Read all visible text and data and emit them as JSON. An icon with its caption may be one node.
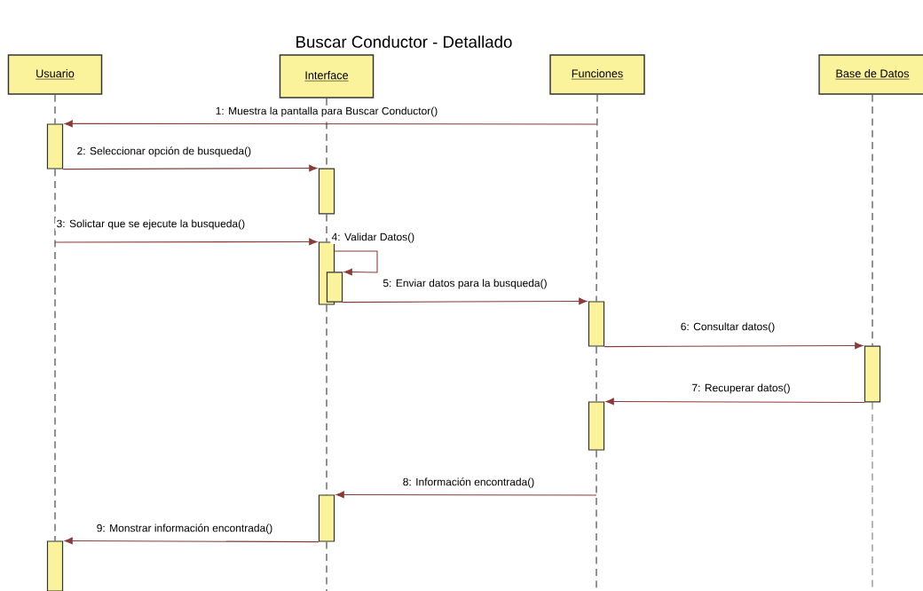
{
  "diagram": {
    "title": "Buscar Conductor - Detallado",
    "nodes": [
      {
        "text": [
          "Usuario"
        ]
      },
      {
        "text": [
          "Interface"
        ]
      },
      {
        "text": [
          "Funciones"
        ]
      },
      {
        "text": [
          "Base de Datos"
        ]
      },
      {
        "text": [],
        "shape": "bar"
      },
      {
        "text": [],
        "shape": "bar"
      },
      {
        "text": [],
        "shape": "bar"
      },
      {
        "text": [],
        "shape": "bar"
      },
      {
        "text": [],
        "shape": "bar"
      },
      {
        "text": [],
        "shape": "bar"
      },
      {
        "text": [],
        "shape": "bar"
      },
      {
        "text": [],
        "shape": "bar"
      },
      {
        "text": [],
        "shape": "bar"
      }
    ],
    "edges": [
      {
        "from": null,
        "to": 4,
        "arrow": "to",
        "label": "1: Muestra la pantalla para Buscar Conductor()"
      },
      {
        "from": 4,
        "to": 5,
        "arrow": "to",
        "label": "2: Seleccionar opción de busqueda()"
      },
      {
        "from": null,
        "to": 6,
        "arrow": "to",
        "label": "3: Solictar que se ejecute la busqueda()"
      },
      {
        "from": 6,
        "to": 7,
        "arrow": "to",
        "label": "4: Validar Datos()"
      },
      {
        "from": 7,
        "to": 8,
        "arrow": "to",
        "label": "5: Enviar datos para la busqueda()"
      },
      {
        "from": 8,
        "to": 9,
        "arrow": "to",
        "label": "6: Consultar datos()"
      },
      {
        "from": 9,
        "to": 10,
        "arrow": "to",
        "label": "7: Recuperar datos()"
      },
      {
        "from": null,
        "to": 11,
        "arrow": "to",
        "label": "8: Información encontrada()"
      },
      {
        "from": 11,
        "to": 12,
        "arrow": "to",
        "label": "9: Monstrar información encontrada()"
      },
      {
        "from": 0,
        "to": 4,
        "arrow": "none",
        "style": "dashed",
        "color": "#333333"
      },
      {
        "from": 4,
        "to": 12,
        "arrow": "none",
        "style": "dashed",
        "color": "#333333"
      },
      {
        "from": 1,
        "to": 5,
        "arrow": "none",
        "style": "dashed",
        "color": "#333333"
      },
      {
        "from": 5,
        "to": 6,
        "arrow": "none",
        "style": "dashed",
        "color": "#333333"
      },
      {
        "from": 6,
        "to": 11,
        "arrow": "none",
        "style": "dashed",
        "color": "#333333"
      },
      {
        "from": 11,
        "to": null,
        "arrow": "none",
        "style": "dashed",
        "color": "#333333"
      },
      {
        "from": 2,
        "to": 8,
        "arrow": "none",
        "style": "dashed",
        "color": "#333333"
      },
      {
        "from": 8,
        "to": 10,
        "arrow": "none",
        "style": "dashed",
        "color": "#333333"
      },
      {
        "from": 10,
        "to": null,
        "arrow": "none",
        "style": "dashed",
        "color": "#333333"
      },
      {
        "from": 3,
        "to": 9,
        "arrow": "none",
        "style": "dashed",
        "color": "#333333"
      },
      {
        "from": 9,
        "to": null,
        "arrow": "none",
        "style": "dashed",
        "color": "#333333"
      }
    ]
  }
}
